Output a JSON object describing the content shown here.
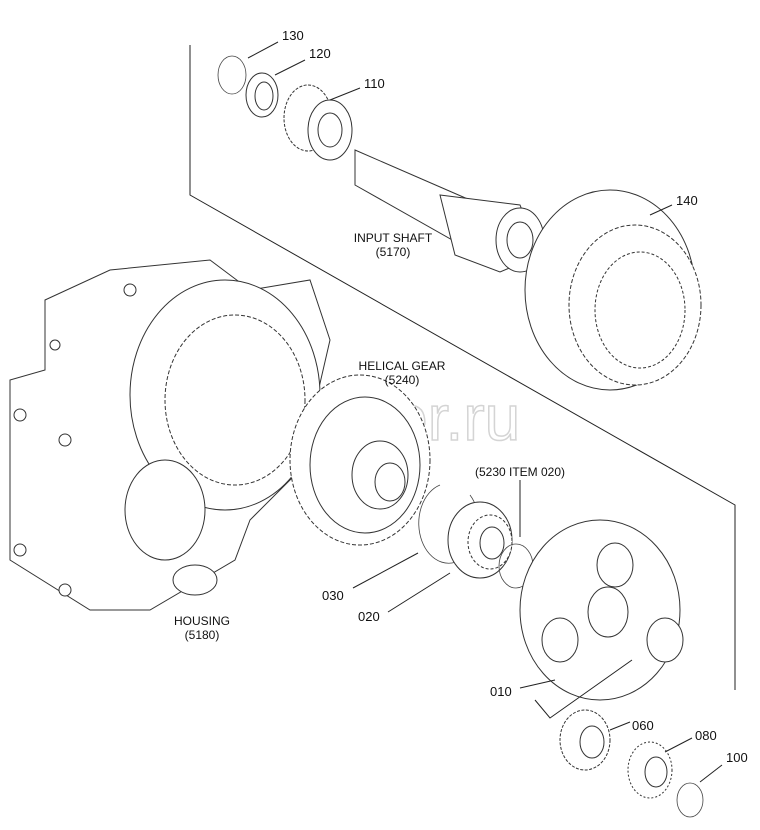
{
  "watermark": "autopiter.ru",
  "labels": {
    "input_shaft": "INPUT SHAFT",
    "input_shaft_ref": "(5170)",
    "helical_gear": "HELICAL GEAR",
    "helical_gear_ref": "(5240)",
    "housing": "HOUSING",
    "housing_ref": "(5180)",
    "bearing_ref": "(5230 ITEM 020)"
  },
  "callouts": {
    "p130": "130",
    "p120": "120",
    "p110": "110",
    "p140": "140",
    "p030": "030",
    "p020": "020",
    "p010": "010",
    "p060": "060",
    "p080": "080",
    "p100": "100"
  }
}
